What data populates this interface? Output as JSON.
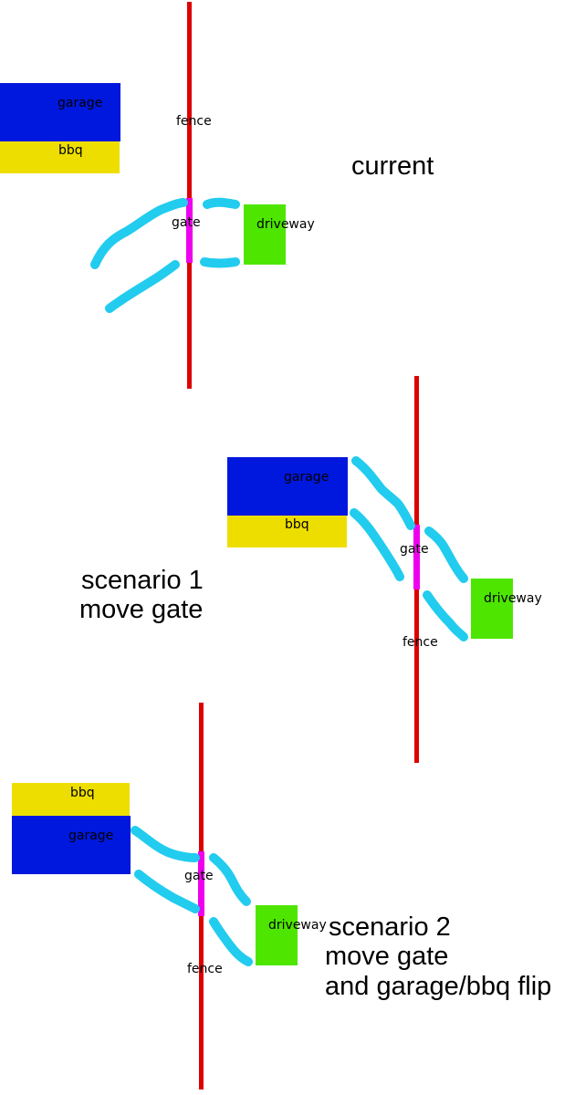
{
  "colors": {
    "fence": "#dd0000",
    "gate": "#ee00ee",
    "garage": "#0018dd",
    "bbq": "#eede00",
    "driveway": "#4ee600",
    "path": "#22ccee"
  },
  "current": {
    "title": "current",
    "garage": "garage",
    "bbq": "bbq",
    "fence": "fence",
    "gate": "gate",
    "driveway": "driveway"
  },
  "scenario1": {
    "title_line1": "scenario 1",
    "title_line2": "move gate",
    "garage": "garage",
    "bbq": "bbq",
    "fence": "fence",
    "gate": "gate",
    "driveway": "driveway"
  },
  "scenario2": {
    "title_line1": "scenario 2",
    "title_line2": "move gate",
    "title_line3": "and garage/bbq flip",
    "garage": "garage",
    "bbq": "bbq",
    "fence": "fence",
    "gate": "gate",
    "driveway": "driveway"
  }
}
